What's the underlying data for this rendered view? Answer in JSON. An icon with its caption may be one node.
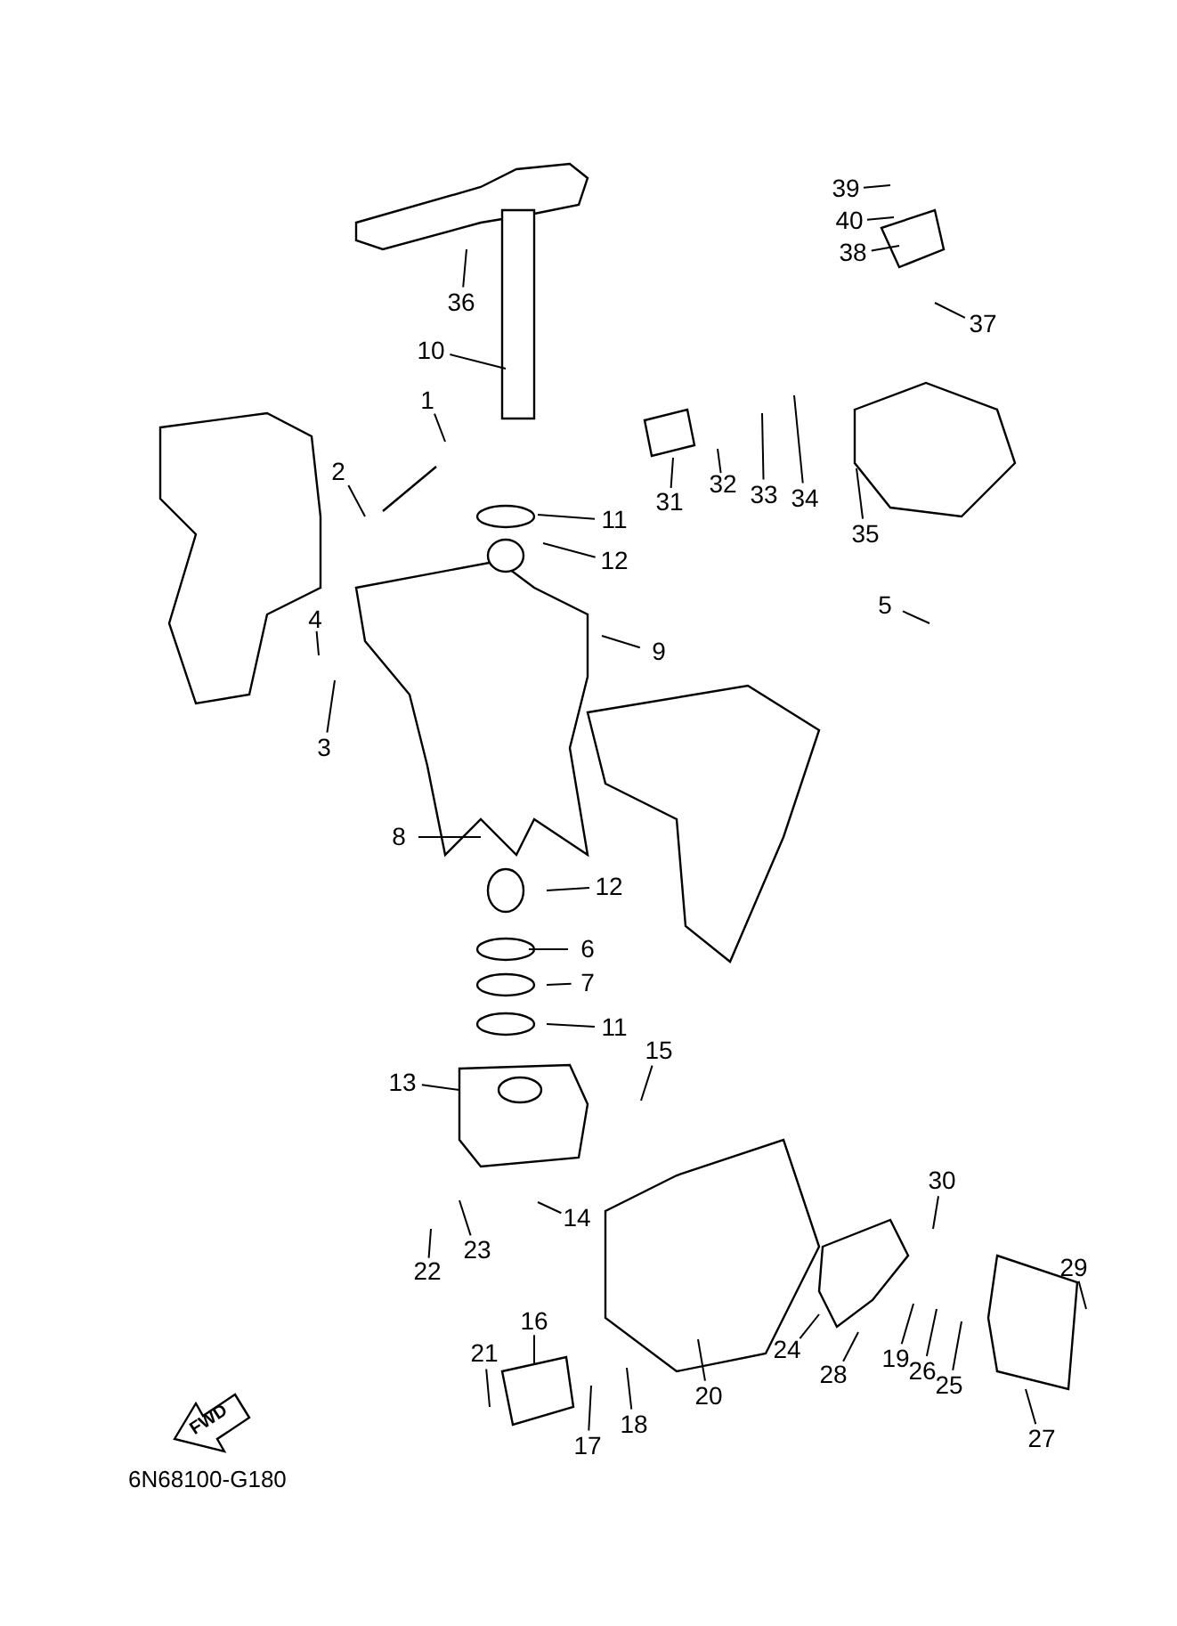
{
  "diagram": {
    "nodes": [
      {
        "text": [
          "39"
        ]
      },
      {
        "text": [
          "40"
        ]
      },
      {
        "text": [
          "38"
        ]
      },
      {
        "text": [
          "36"
        ]
      },
      {
        "text": [
          "37"
        ]
      },
      {
        "text": [
          "10"
        ]
      },
      {
        "text": [
          "1"
        ]
      },
      {
        "text": [
          "35"
        ]
      },
      {
        "text": [
          "34"
        ]
      },
      {
        "text": [
          "33"
        ]
      },
      {
        "text": [
          "32"
        ]
      },
      {
        "text": [
          "31"
        ]
      },
      {
        "text": [
          "2"
        ]
      },
      {
        "text": [
          "11"
        ]
      },
      {
        "text": [
          "12"
        ]
      },
      {
        "text": [
          "5"
        ]
      },
      {
        "text": [
          "9"
        ]
      },
      {
        "text": [
          "4"
        ]
      },
      {
        "text": [
          "3"
        ]
      },
      {
        "text": [
          "8"
        ]
      },
      {
        "text": [
          "12"
        ]
      },
      {
        "text": [
          "6"
        ]
      },
      {
        "text": [
          "7"
        ]
      },
      {
        "text": [
          "11"
        ]
      },
      {
        "text": [
          "15"
        ]
      },
      {
        "text": [
          "13"
        ]
      },
      {
        "text": [
          "14"
        ]
      },
      {
        "text": [
          "23"
        ]
      },
      {
        "text": [
          "22"
        ]
      },
      {
        "text": [
          "30"
        ]
      },
      {
        "text": [
          "29"
        ]
      },
      {
        "text": [
          "24"
        ]
      },
      {
        "text": [
          "28"
        ]
      },
      {
        "text": [
          "19"
        ]
      },
      {
        "text": [
          "26"
        ]
      },
      {
        "text": [
          "25"
        ]
      },
      {
        "text": [
          "20"
        ]
      },
      {
        "text": [
          "16"
        ]
      },
      {
        "text": [
          "21"
        ]
      },
      {
        "text": [
          "18"
        ]
      },
      {
        "text": [
          "17"
        ]
      },
      {
        "text": [
          "27"
        ]
      }
    ],
    "edges": [
      {
        "from": 0,
        "to": null,
        "arrow": "none"
      },
      {
        "from": 1,
        "to": null,
        "arrow": "none"
      },
      {
        "from": 2,
        "to": null,
        "arrow": "none"
      },
      {
        "from": 3,
        "to": null,
        "arrow": "none"
      },
      {
        "from": 4,
        "to": null,
        "arrow": "none"
      },
      {
        "from": 5,
        "to": null,
        "arrow": "none"
      },
      {
        "from": 6,
        "to": null,
        "arrow": "none"
      },
      {
        "from": 7,
        "to": null,
        "arrow": "none"
      },
      {
        "from": 8,
        "to": null,
        "arrow": "none"
      },
      {
        "from": 9,
        "to": null,
        "arrow": "none"
      },
      {
        "from": 10,
        "to": null,
        "arrow": "none"
      },
      {
        "from": 11,
        "to": null,
        "arrow": "none"
      },
      {
        "from": 12,
        "to": null,
        "arrow": "none"
      },
      {
        "from": 13,
        "to": null,
        "arrow": "none"
      },
      {
        "from": 14,
        "to": null,
        "arrow": "none"
      },
      {
        "from": 15,
        "to": null,
        "arrow": "none"
      },
      {
        "from": 16,
        "to": null,
        "arrow": "none"
      },
      {
        "from": 17,
        "to": null,
        "arrow": "none"
      },
      {
        "from": 18,
        "to": null,
        "arrow": "none"
      },
      {
        "from": 19,
        "to": null,
        "arrow": "none"
      },
      {
        "from": 20,
        "to": null,
        "arrow": "none"
      },
      {
        "from": 21,
        "to": null,
        "arrow": "none"
      },
      {
        "from": 22,
        "to": null,
        "arrow": "none"
      },
      {
        "from": 23,
        "to": null,
        "arrow": "none"
      },
      {
        "from": 24,
        "to": null,
        "arrow": "none"
      },
      {
        "from": 25,
        "to": null,
        "arrow": "none"
      },
      {
        "from": 26,
        "to": null,
        "arrow": "none"
      },
      {
        "from": 27,
        "to": null,
        "arrow": "none"
      },
      {
        "from": 28,
        "to": null,
        "arrow": "none"
      },
      {
        "from": 29,
        "to": null,
        "arrow": "none"
      },
      {
        "from": 30,
        "to": null,
        "arrow": "none"
      },
      {
        "from": 31,
        "to": null,
        "arrow": "none"
      },
      {
        "from": 32,
        "to": null,
        "arrow": "none"
      },
      {
        "from": 33,
        "to": null,
        "arrow": "none"
      },
      {
        "from": 34,
        "to": null,
        "arrow": "none"
      },
      {
        "from": 35,
        "to": null,
        "arrow": "none"
      },
      {
        "from": 36,
        "to": null,
        "arrow": "none"
      },
      {
        "from": 37,
        "to": null,
        "arrow": "none"
      },
      {
        "from": 38,
        "to": null,
        "arrow": "none"
      },
      {
        "from": 39,
        "to": null,
        "arrow": "none"
      },
      {
        "from": 40,
        "to": null,
        "arrow": "none"
      },
      {
        "from": 41,
        "to": null,
        "arrow": "none"
      }
    ],
    "labels": [
      "FWD",
      "6N68100-G180"
    ]
  }
}
